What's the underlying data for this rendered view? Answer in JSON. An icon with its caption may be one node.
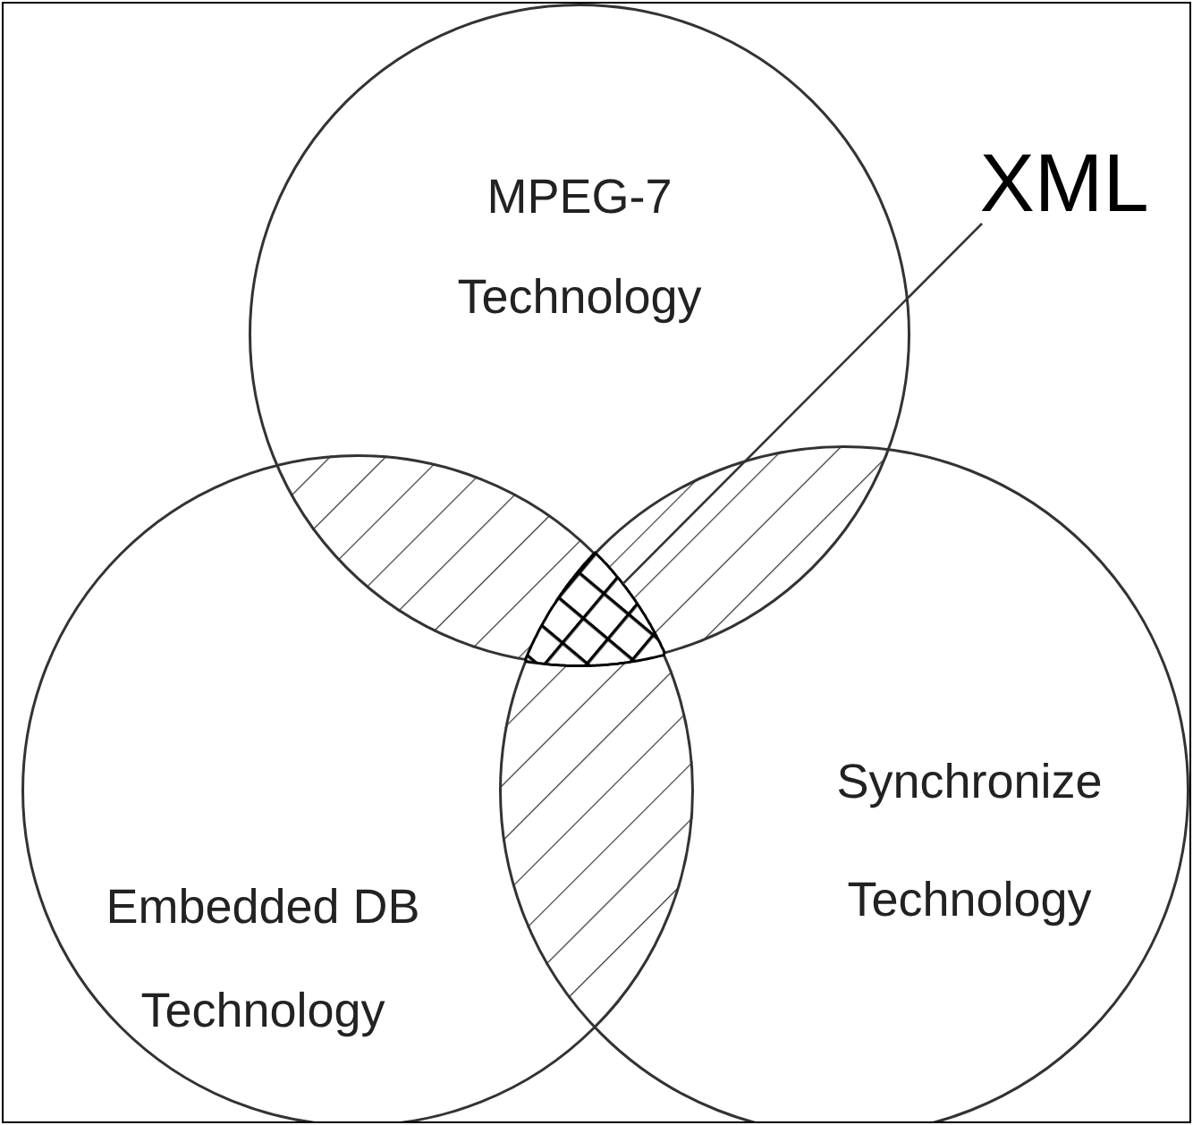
{
  "diagram": {
    "nodes": [
      {
        "text": [
          "MPEG-7 Technology"
        ]
      },
      {
        "text": [
          "Embedded DB Technology"
        ]
      },
      {
        "text": [
          "Synchronize Technology"
        ]
      },
      {
        "text": [
          "XML"
        ]
      },
      {
        "text": [],
        "shape": "triangle"
      }
    ],
    "edges": [
      {
        "from": 3,
        "to": 4,
        "arrow": "none"
      }
    ]
  }
}
